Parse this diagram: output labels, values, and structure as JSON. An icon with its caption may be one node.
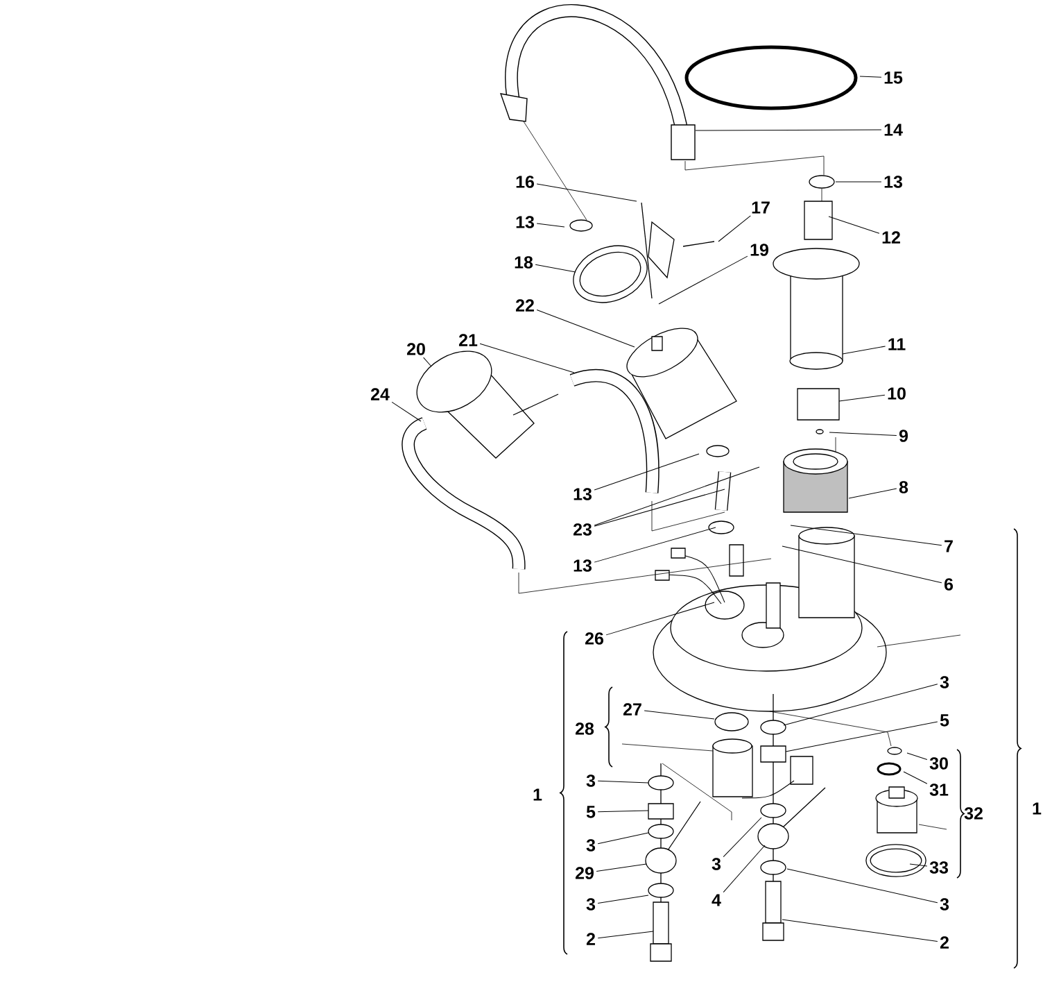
{
  "diagram": {
    "nodes": [
      {
        "text": [
          "15"
        ]
      },
      {
        "text": [
          "14"
        ]
      },
      {
        "text": [
          "13"
        ]
      },
      {
        "text": [
          "16"
        ]
      },
      {
        "text": [
          "17"
        ]
      },
      {
        "text": [
          "13"
        ]
      },
      {
        "text": [
          "12"
        ]
      },
      {
        "text": [
          "19"
        ]
      },
      {
        "text": [
          "18"
        ]
      },
      {
        "text": [
          "22"
        ]
      },
      {
        "text": [
          "21"
        ]
      },
      {
        "text": [
          "11"
        ]
      },
      {
        "text": [
          "20"
        ]
      },
      {
        "text": [
          "10"
        ]
      },
      {
        "text": [
          "24"
        ]
      },
      {
        "text": [
          "9"
        ]
      },
      {
        "text": [
          "8"
        ]
      },
      {
        "text": [
          "13"
        ]
      },
      {
        "text": [
          "23"
        ]
      },
      {
        "text": [
          "7"
        ]
      },
      {
        "text": [
          "13"
        ]
      },
      {
        "text": [
          "6"
        ]
      },
      {
        "text": [
          "26"
        ]
      },
      {
        "text": [
          "3"
        ]
      },
      {
        "text": [
          "27"
        ]
      },
      {
        "text": [
          "5"
        ]
      },
      {
        "text": [
          "30"
        ]
      },
      {
        "text": [
          "3"
        ]
      },
      {
        "text": [
          "31"
        ]
      },
      {
        "text": [
          "5"
        ]
      },
      {
        "text": [
          "3"
        ]
      },
      {
        "text": [
          "3"
        ]
      },
      {
        "text": [
          "33"
        ]
      },
      {
        "text": [
          "29"
        ]
      },
      {
        "text": [
          "4"
        ]
      },
      {
        "text": [
          "3"
        ]
      },
      {
        "text": [
          "3"
        ]
      },
      {
        "text": [
          "2"
        ]
      },
      {
        "text": [
          "2"
        ]
      }
    ],
    "edges": [
      {
        "from": 0,
        "to": null,
        "arrow": "none"
      },
      {
        "from": 1,
        "to": null,
        "arrow": "none"
      },
      {
        "from": 2,
        "to": null,
        "arrow": "none"
      },
      {
        "from": 3,
        "to": null,
        "arrow": "none"
      },
      {
        "from": 4,
        "to": null,
        "arrow": "none"
      },
      {
        "from": 5,
        "to": null,
        "arrow": "none"
      },
      {
        "from": 6,
        "to": null,
        "arrow": "none"
      },
      {
        "from": 7,
        "to": null,
        "arrow": "none"
      },
      {
        "from": 8,
        "to": null,
        "arrow": "none"
      },
      {
        "from": 9,
        "to": null,
        "arrow": "none"
      },
      {
        "from": 10,
        "to": null,
        "arrow": "none"
      },
      {
        "from": 11,
        "to": null,
        "arrow": "none"
      },
      {
        "from": 12,
        "to": null,
        "arrow": "none"
      },
      {
        "from": 13,
        "to": null,
        "arrow": "none"
      },
      {
        "from": 14,
        "to": null,
        "arrow": "none"
      },
      {
        "from": 15,
        "to": null,
        "arrow": "none"
      },
      {
        "from": 16,
        "to": null,
        "arrow": "none"
      },
      {
        "from": 17,
        "to": null,
        "arrow": "none"
      },
      {
        "from": 18,
        "to": null,
        "arrow": "none"
      },
      {
        "from": 18,
        "to": null,
        "arrow": "none"
      },
      {
        "from": 19,
        "to": null,
        "arrow": "none"
      },
      {
        "from": 20,
        "to": null,
        "arrow": "none"
      },
      {
        "from": 21,
        "to": null,
        "arrow": "none"
      },
      {
        "from": 22,
        "to": null,
        "arrow": "none"
      },
      {
        "from": 23,
        "to": null,
        "arrow": "none"
      },
      {
        "from": 24,
        "to": null,
        "arrow": "none"
      },
      {
        "from": 25,
        "to": null,
        "arrow": "none"
      },
      {
        "from": 26,
        "to": null,
        "arrow": "none"
      },
      {
        "from": 27,
        "to": null,
        "arrow": "none"
      },
      {
        "from": 28,
        "to": null,
        "arrow": "none"
      },
      {
        "from": 29,
        "to": null,
        "arrow": "none"
      },
      {
        "from": 30,
        "to": null,
        "arrow": "none"
      },
      {
        "from": 31,
        "to": null,
        "arrow": "none"
      },
      {
        "from": 32,
        "to": null,
        "arrow": "none"
      },
      {
        "from": 33,
        "to": null,
        "arrow": "none"
      },
      {
        "from": 34,
        "to": null,
        "arrow": "none"
      },
      {
        "from": 35,
        "to": null,
        "arrow": "none"
      },
      {
        "from": 36,
        "to": null,
        "arrow": "none"
      },
      {
        "from": 37,
        "to": null,
        "arrow": "none"
      },
      {
        "from": 38,
        "to": null,
        "arrow": "none"
      }
    ],
    "labels": [
      "28",
      "1",
      "1",
      "32"
    ]
  }
}
